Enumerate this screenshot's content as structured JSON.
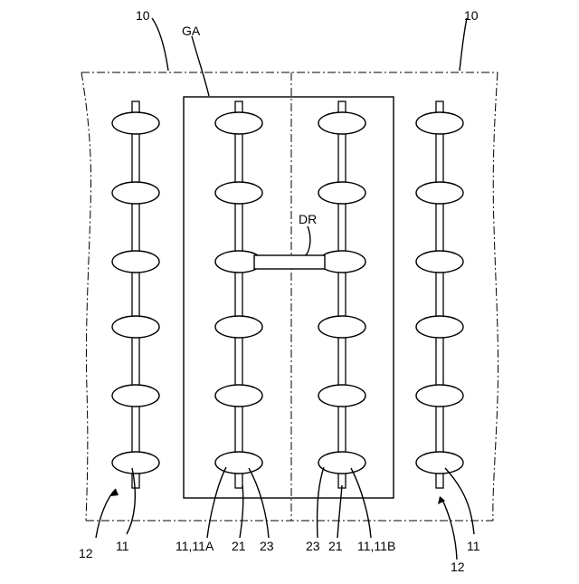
{
  "figure": {
    "labels": {
      "wafer_left": "10",
      "wafer_right": "10",
      "region": "GA",
      "bridge": "DR",
      "col1_bottom": "11",
      "col1_group": "12",
      "col2_bottom": "11,11A",
      "col2_stem": "21",
      "col2_stem2": "23",
      "col3_stem2": "23",
      "col3_stem": "21",
      "col3_bottom": "11,11B",
      "col4_bottom": "11",
      "col4_group": "12"
    }
  }
}
